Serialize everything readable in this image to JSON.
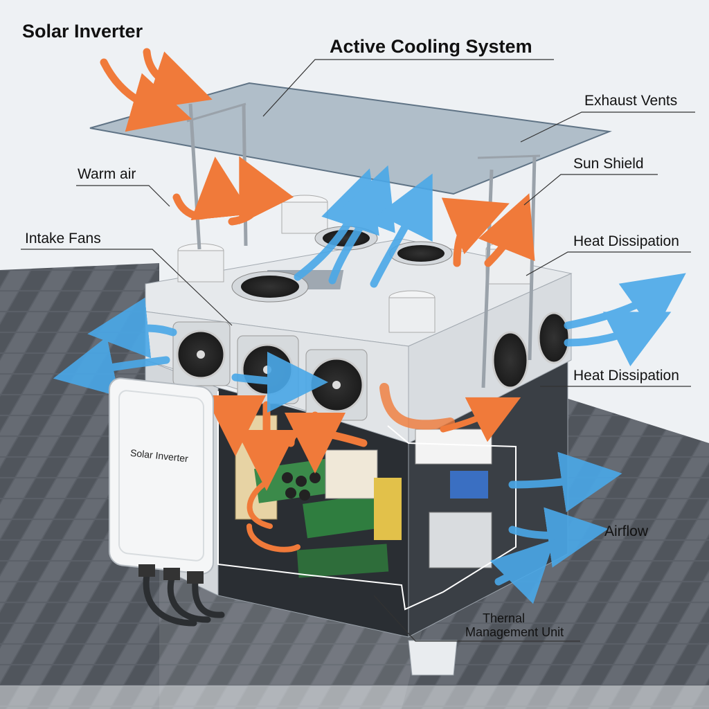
{
  "title": "Solar Inverter",
  "headline": "Active Cooling System",
  "labels": {
    "exhaust_vents": "Exhaust Vents",
    "warm_air": "Warm air",
    "sun_shield": "Sun Shield",
    "intake_fans": "Intake Fans",
    "heat_dissipation_1": "Heat Dissipation",
    "heat_dissipation_2": "Heat Dissipation",
    "airflow": "Airflow",
    "thermal_line1": "Thernal",
    "thermal_line2": "Management Unit"
  },
  "device_label": "Solar Inverter",
  "colors": {
    "warm_arrow": "#f07a3a",
    "cool_arrow": "#4aa8e8",
    "roof": "#5b6068",
    "shield": "#7d93a6",
    "housing": "#e4e7ea"
  }
}
